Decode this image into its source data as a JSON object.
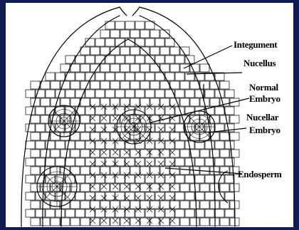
{
  "labels": {
    "integument": "Integument",
    "nucellus": "Nucellus",
    "normal": "Normal",
    "embryo1": "Embryo",
    "nucellar": "Nucellar",
    "embryo2": "Embryo",
    "endosperm": "Endosperm"
  },
  "colors": {
    "frame": "#0e1c52",
    "background": "#ffffff",
    "ink": "#000000"
  }
}
